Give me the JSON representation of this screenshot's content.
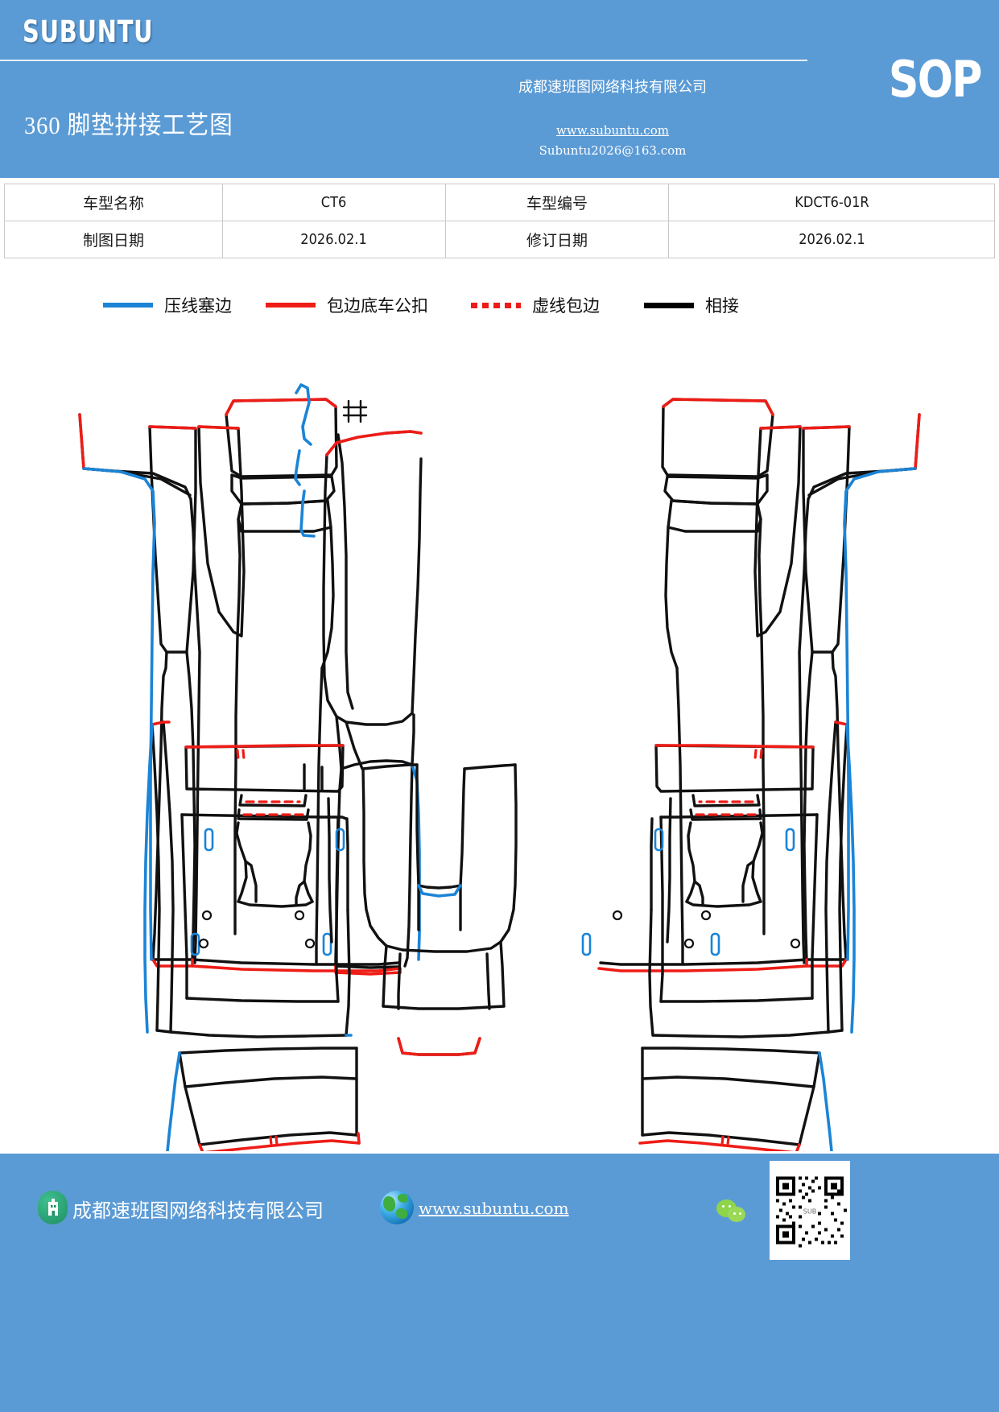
{
  "header": {
    "brand": "SUBUNTU",
    "doc_title": "360 脚垫拼接工艺图",
    "sop_label": "SOP",
    "company": "成都速班图网络科技有限公司",
    "website": "www.subuntu.com",
    "email": "Subuntu2026@163.com",
    "bg_color": "#5b9bd5"
  },
  "info_table": {
    "rows": [
      {
        "label1": "车型名称",
        "value1": "CT6",
        "label2": "车型编号",
        "value2": "KDCT6-01R"
      },
      {
        "label1": "制图日期",
        "value1": "2026.02.1",
        "label2": "修订日期",
        "value2": "2026.02.1"
      }
    ]
  },
  "legend": {
    "items": [
      {
        "label": "压线塞边",
        "style": "solid",
        "color": "#1b84d6"
      },
      {
        "label": "包边底车公扣",
        "style": "solid",
        "color": "#ee1c16"
      },
      {
        "label": "虚线包边",
        "style": "dotted",
        "color": "#ee1c16"
      },
      {
        "label": "相接",
        "style": "solid",
        "color": "#000000"
      }
    ]
  },
  "drawing": {
    "description": "360 脚垫拼接工艺图 - CT6 车型脚垫裁片拼接线路图",
    "line_colors": {
      "seam": "#000000",
      "edge_bind": "#ee1c16",
      "press_line": "#1b84d6"
    }
  },
  "footer": {
    "company": "成都速班图网络科技有限公司",
    "website": "www.subuntu.com",
    "building_icon": "building-icon",
    "globe_icon": "globe-icon",
    "wechat_icon": "wechat-icon",
    "qr_icon": "qr-code",
    "bg_color": "#5b9bd5"
  }
}
